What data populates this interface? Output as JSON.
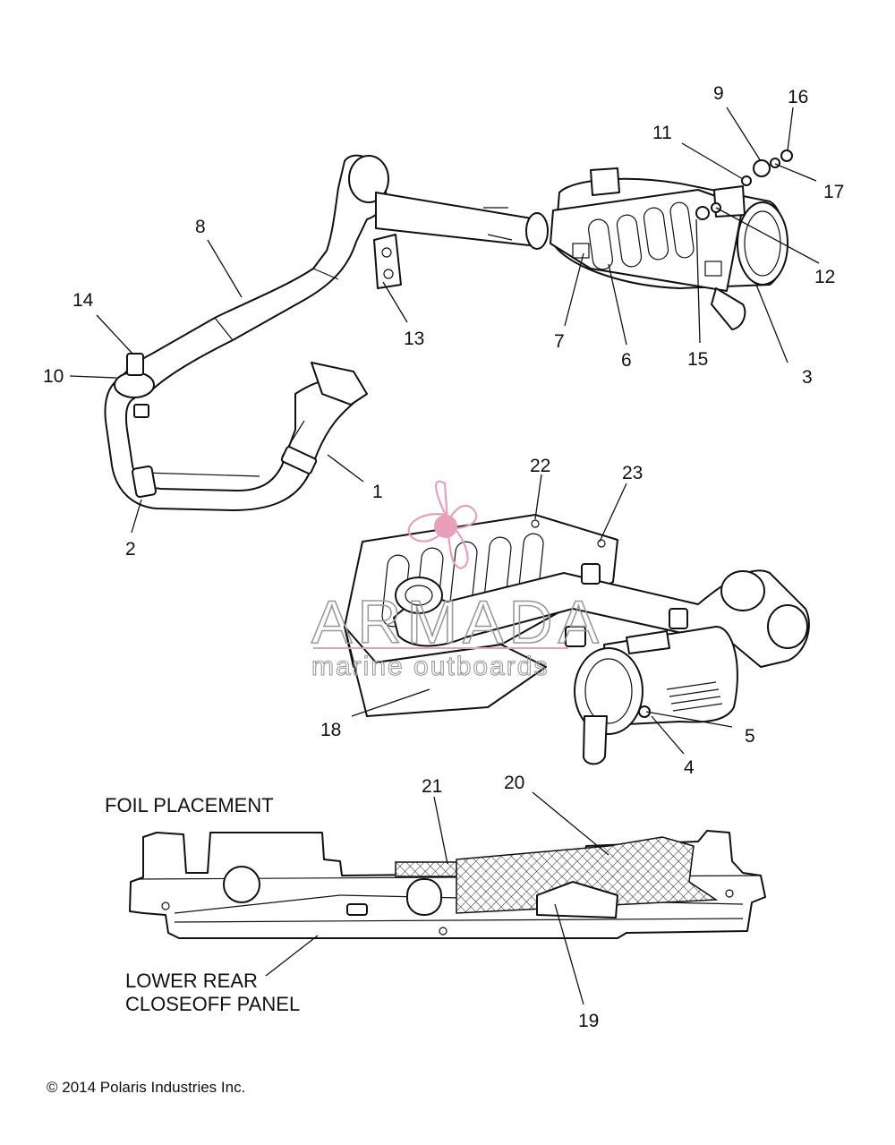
{
  "callouts": [
    "1",
    "2",
    "3",
    "4",
    "5",
    "6",
    "7",
    "8",
    "9",
    "10",
    "11",
    "12",
    "13",
    "14",
    "15",
    "16",
    "17",
    "18",
    "19",
    "20",
    "21",
    "22",
    "23"
  ],
  "captions": {
    "foil_placement": "FOIL PLACEMENT",
    "panel_line1": "LOWER REAR",
    "panel_line2": "CLOSEOFF PANEL"
  },
  "copyright": "© 2014 Polaris Industries Inc.",
  "watermark": {
    "brand": "ARMADA",
    "tagline": "marine outboards",
    "color": "#e8a0b8"
  },
  "colors": {
    "line": "#111111",
    "watermark_pink": "#e8a0b8"
  }
}
